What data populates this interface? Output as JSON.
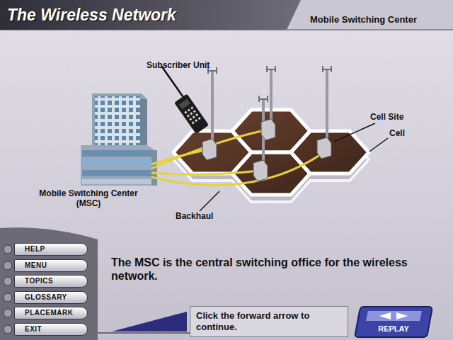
{
  "diagram": {
    "title": "The Wireless Network",
    "nodes": [
      {
        "text": [
          "HELP"
        ]
      },
      {
        "text": [
          "MENU"
        ]
      },
      {
        "text": [
          "TOPICS"
        ]
      },
      {
        "text": [
          "GLOSSARY"
        ]
      },
      {
        "text": [
          "PLACEMARK"
        ]
      },
      {
        "text": [
          "EXIT"
        ]
      },
      {
        "text": [
          "Click the forward arrow to continue."
        ]
      },
      {
        "text": [
          "REPLAY"
        ]
      }
    ],
    "labels": [
      "Mobile Switching Center",
      "Subscriber Unit",
      "Cell Site",
      "Cell",
      "Mobile Switching Center (MSC)",
      "Backhaul",
      "The MSC is the central switching office for the wireless network."
    ]
  }
}
